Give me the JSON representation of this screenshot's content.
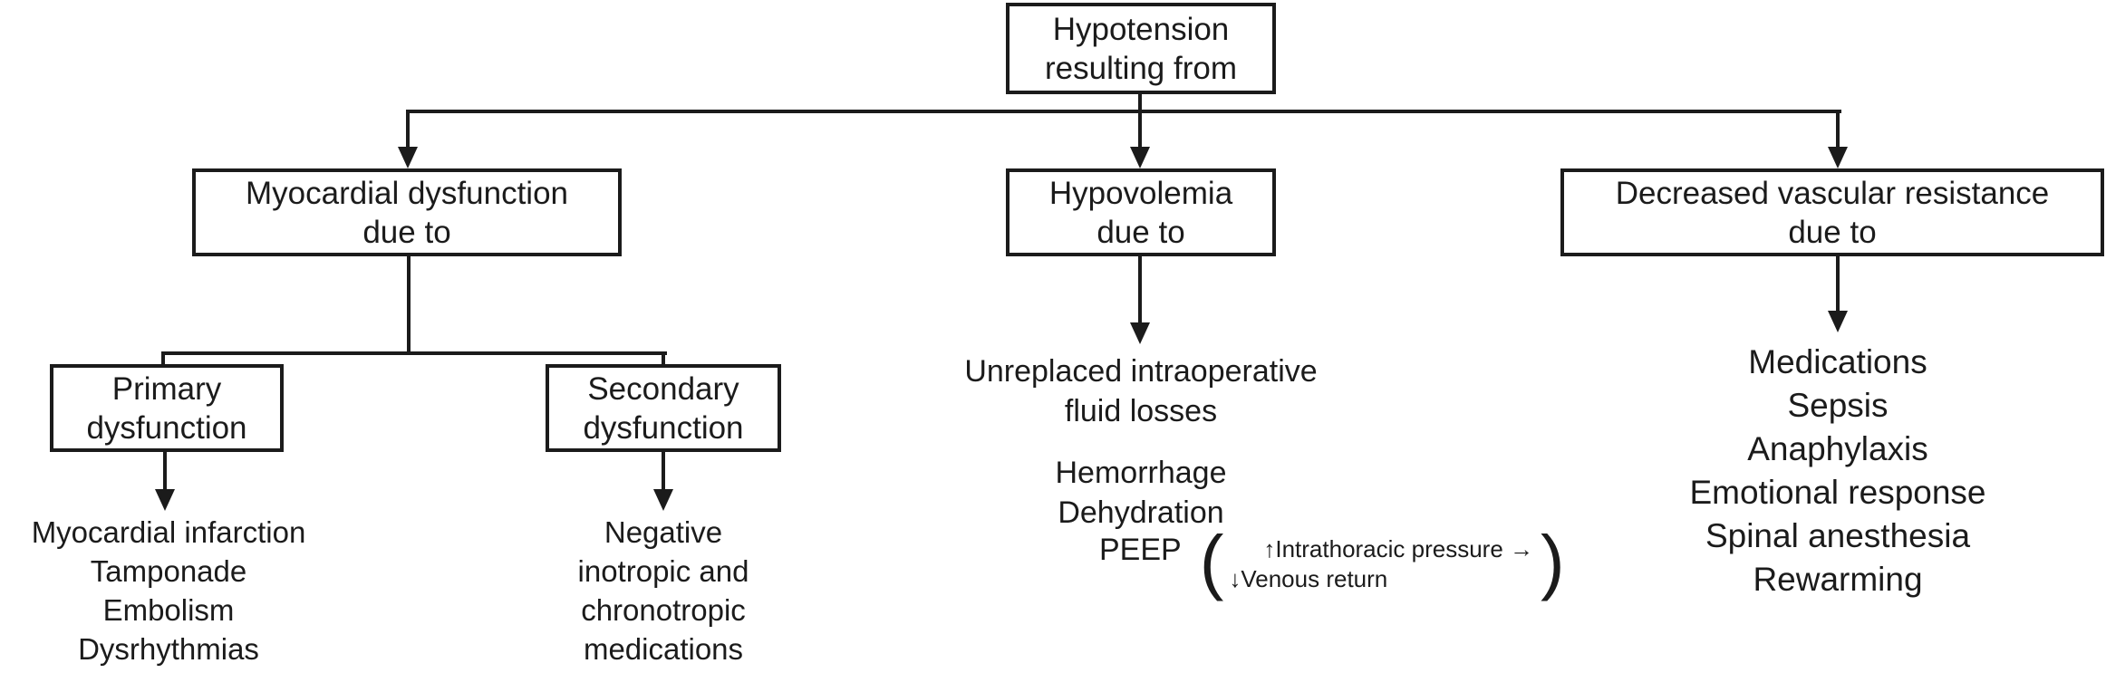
{
  "colors": {
    "background": "#ffffff",
    "ink": "#1b1b1b"
  },
  "root": {
    "line1": "Hypotension",
    "line2": "resulting from"
  },
  "myocardial": {
    "line1": "Myocardial dysfunction",
    "line2": "due to",
    "primary": {
      "line1": "Primary",
      "line2": "dysfunction",
      "items": [
        "Myocardial infarction",
        "Tamponade",
        "Embolism",
        "Dysrhythmias"
      ]
    },
    "secondary": {
      "line1": "Secondary",
      "line2": "dysfunction",
      "items": [
        "Negative",
        "inotropic and",
        "chronotropic",
        "medications"
      ]
    }
  },
  "hypovolemia": {
    "line1": "Hypovolemia",
    "line2": "due to",
    "fluid_losses": [
      "Unreplaced intraoperative",
      "fluid losses"
    ],
    "causes": [
      "Hemorrhage",
      "Dehydration"
    ],
    "peep": {
      "label": "PEEP",
      "open_paren": "(",
      "close_paren": ")",
      "detail_line1": "↑Intrathoracic pressure →",
      "detail_line2": "↓Venous return"
    }
  },
  "vascular": {
    "line1": "Decreased vascular resistance",
    "line2": "due to",
    "items": [
      "Medications",
      "Sepsis",
      "Anaphylaxis",
      "Emotional response",
      "Spinal anesthesia",
      "Rewarming"
    ]
  }
}
